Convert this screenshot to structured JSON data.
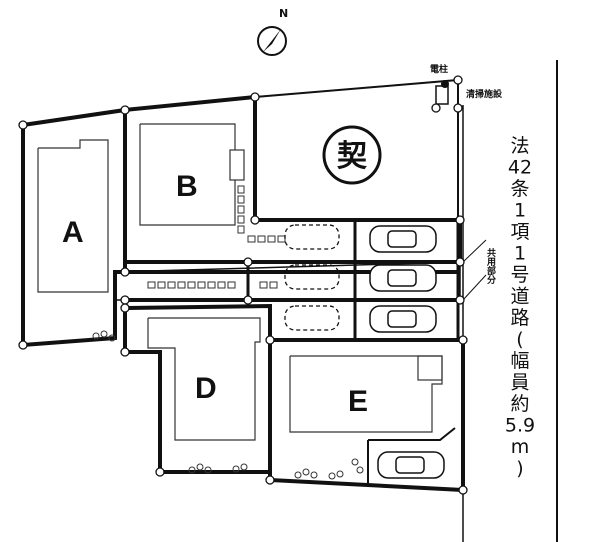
{
  "compass": {
    "north_label": "N"
  },
  "lots": [
    {
      "id": "A",
      "label": "A"
    },
    {
      "id": "B",
      "label": "B"
    },
    {
      "id": "D",
      "label": "D"
    },
    {
      "id": "E",
      "label": "E"
    }
  ],
  "contracted_lot": {
    "label": "契"
  },
  "annotations": {
    "utility_pole": "電柱",
    "cleaning_facility": "清掃施設",
    "shared_area": "共用部分"
  },
  "road_label": [
    "法",
    "42",
    "条",
    "1",
    "項",
    "1",
    "号",
    "道",
    "路",
    "(",
    "幅",
    "員",
    "約",
    "5.9",
    "m",
    ")"
  ]
}
